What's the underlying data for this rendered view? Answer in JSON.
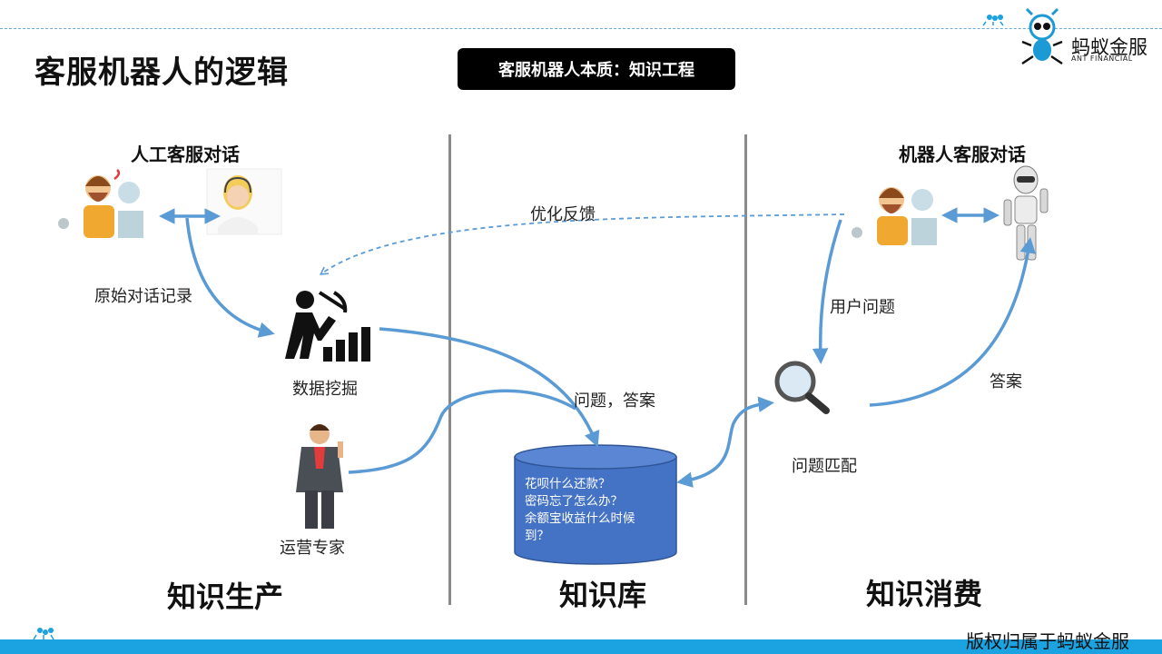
{
  "title": "客服机器人的逻辑",
  "essence": "客服机器人本质：知识工程",
  "logo": {
    "name": "蚂蚁金服",
    "sub": "ANT FINANCIAL"
  },
  "headings": {
    "human_dialog": "人工客服对话",
    "robot_dialog": "机器人客服对话"
  },
  "labels": {
    "feedback": "优化反馈",
    "raw_records": "原始对话记录",
    "data_mining": "数据挖掘",
    "ops_expert": "运营专家",
    "qa": "问题，答案",
    "user_question": "用户问题",
    "question_match": "问题匹配",
    "answer": "答案"
  },
  "database_items": [
    "花呗什么还款？",
    "密码忘了怎么办？",
    "余额宝收益什么时候",
    "到？"
  ],
  "sections": {
    "production": "知识生产",
    "library": "知识库",
    "consumption": "知识消费"
  },
  "copyright": "版权归属于蚂蚁金服",
  "colors": {
    "arrow": "#5b9bd5",
    "database": "#4472c4",
    "accent_bar": "#1aa3e0",
    "divider": "#8a8a8a"
  }
}
